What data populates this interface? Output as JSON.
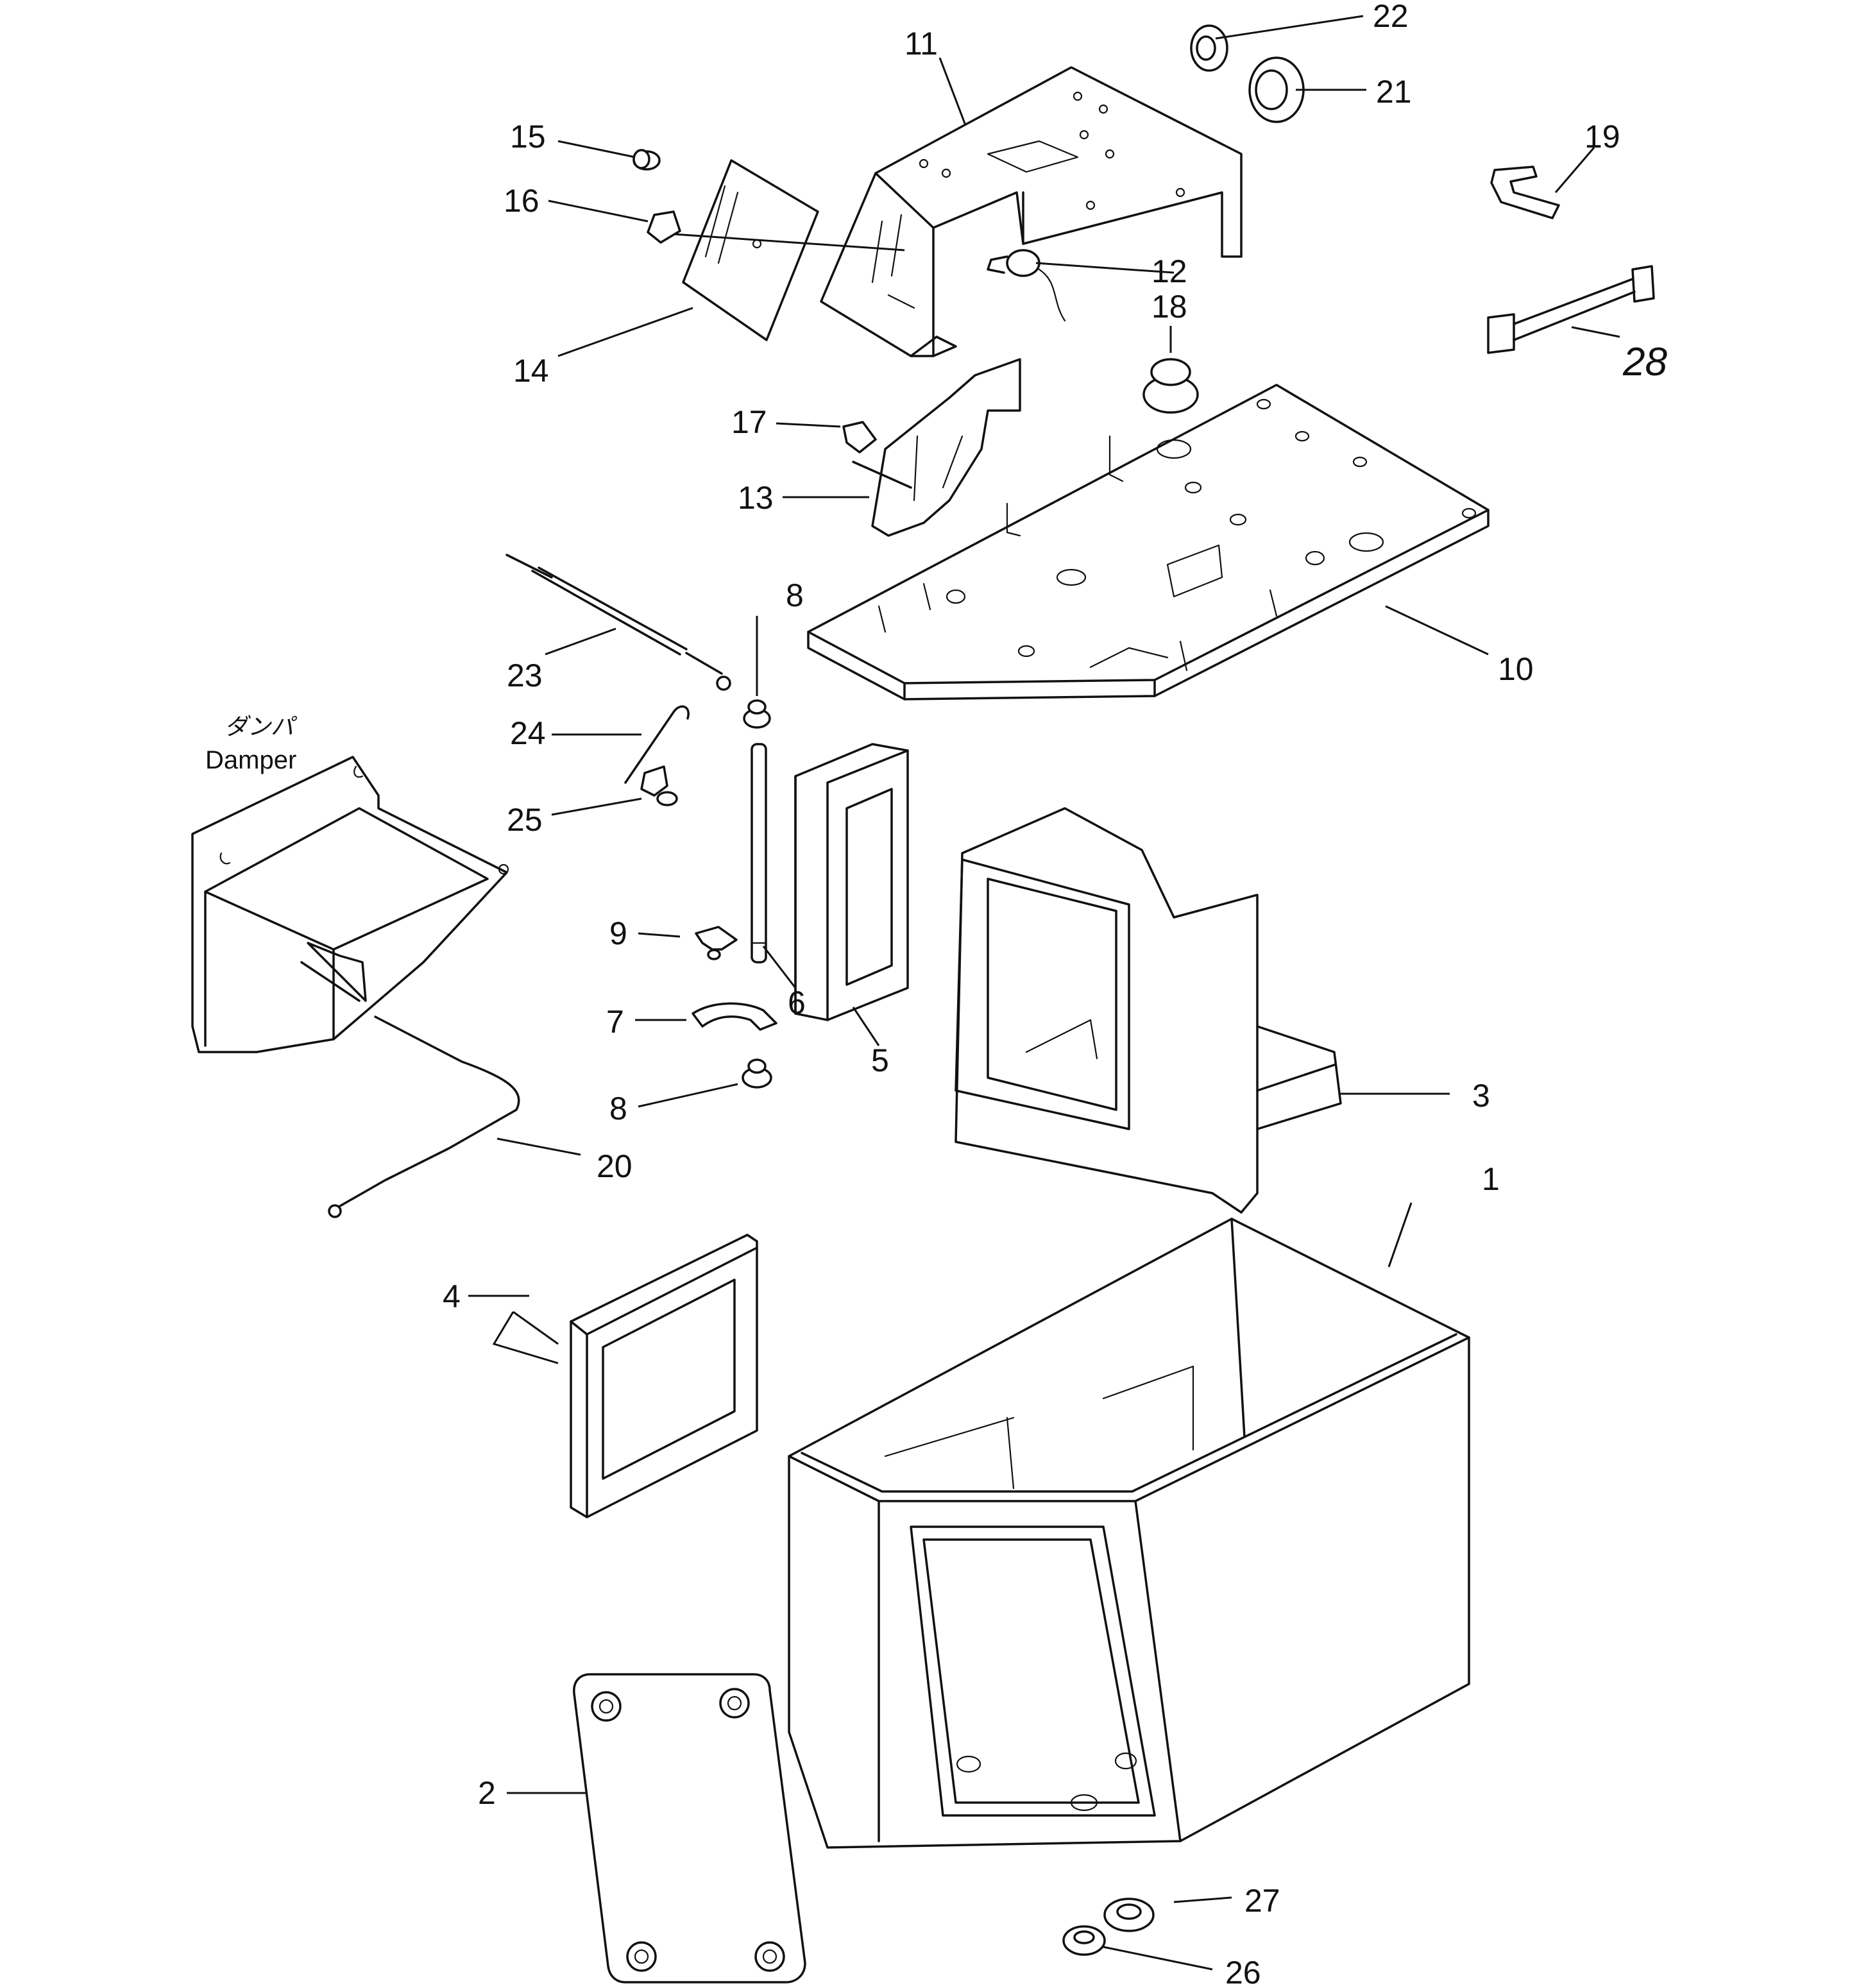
{
  "diagram": {
    "damper_caption_jp": "ダンパ",
    "damper_caption_en": "Damper",
    "callouts": [
      "1",
      "2",
      "3",
      "4",
      "5",
      "6",
      "7",
      "8",
      "8",
      "9",
      "10",
      "11",
      "12",
      "13",
      "14",
      "15",
      "16",
      "17",
      "18",
      "19",
      "20",
      "21",
      "22",
      "23",
      "24",
      "25",
      "26",
      "27",
      "28"
    ]
  }
}
